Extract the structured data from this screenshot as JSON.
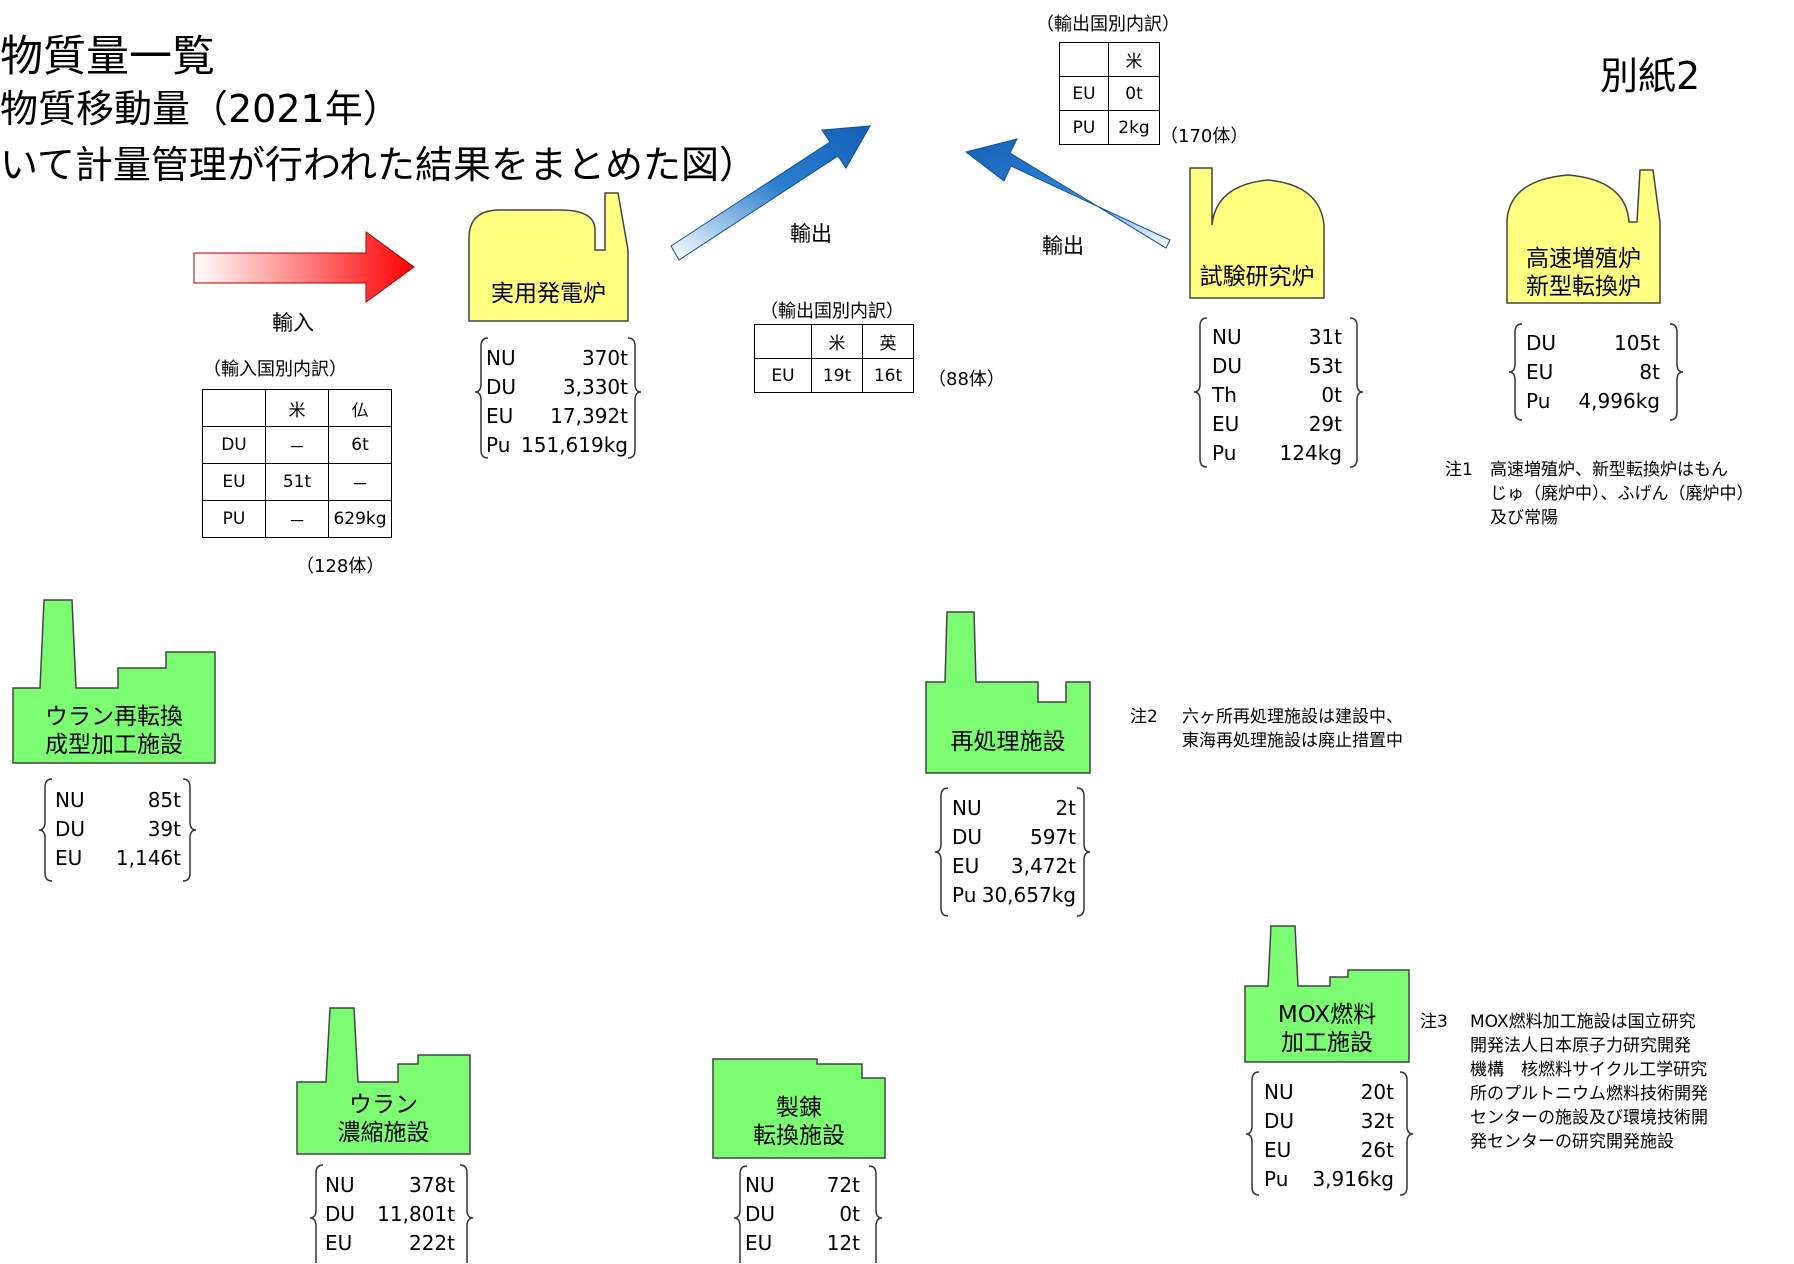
{
  "title": {
    "line1": "物質量一覧",
    "line2": "物質移動量（2021年）",
    "line3": "いて計量管理が行われた結果をまとめた図）",
    "attachment": "別紙2"
  },
  "colors": {
    "reactor_yellow": "#ffff80",
    "facility_green": "#7cfc70",
    "green_dark": "#66ee55",
    "import_arrow_red": "#ff0000",
    "export_arrow_blue": "#1f6fc0"
  },
  "arrows": {
    "import_label": "輸入",
    "export_label_left": "輸出",
    "export_label_right": "輸出"
  },
  "import_table": {
    "caption": "（輸入国別内訳）",
    "headers": [
      "",
      "米",
      "仏"
    ],
    "rows": [
      [
        "DU",
        "－",
        "6t"
      ],
      [
        "EU",
        "51t",
        "－"
      ],
      [
        "PU",
        "－",
        "629kg"
      ]
    ],
    "count": "（128体）"
  },
  "export_table_mid": {
    "caption": "（輸出国別内訳）",
    "headers": [
      "",
      "米",
      "英"
    ],
    "rows": [
      [
        "EU",
        "19t",
        "16t"
      ]
    ],
    "count": "（88体）"
  },
  "export_table_top": {
    "caption": "（輸出国別内訳）",
    "headers": [
      "",
      "米"
    ],
    "rows": [
      [
        "EU",
        "0t"
      ],
      [
        "PU",
        "2kg"
      ]
    ],
    "count": "（170体）"
  },
  "facilities": {
    "power_reactor": {
      "name": "実用発電炉",
      "inventory": [
        {
          "k": "NU",
          "v": "370t"
        },
        {
          "k": "DU",
          "v": "3,330t"
        },
        {
          "k": "EU",
          "v": "17,392t"
        },
        {
          "k": "Pu",
          "v": "151,619kg"
        }
      ]
    },
    "research_reactor": {
      "name": "試験研究炉",
      "inventory": [
        {
          "k": "NU",
          "v": "31t"
        },
        {
          "k": "DU",
          "v": "53t"
        },
        {
          "k": "Th",
          "v": "0t"
        },
        {
          "k": "EU",
          "v": "29t"
        },
        {
          "k": "Pu",
          "v": "124kg"
        }
      ]
    },
    "fast_reactor": {
      "name1": "高速増殖炉",
      "name2": "新型転換炉",
      "inventory": [
        {
          "k": "DU",
          "v": "105t"
        },
        {
          "k": "EU",
          "v": "8t"
        },
        {
          "k": "Pu",
          "v": "4,996kg"
        }
      ]
    },
    "uranium_reconversion": {
      "name1": "ウラン再転換",
      "name2": "成型加工施設",
      "inventory": [
        {
          "k": "NU",
          "v": "85t"
        },
        {
          "k": "DU",
          "v": "39t"
        },
        {
          "k": "EU",
          "v": "1,146t"
        }
      ]
    },
    "reprocessing": {
      "name": "再処理施設",
      "inventory": [
        {
          "k": "NU",
          "v": "2t"
        },
        {
          "k": "DU",
          "v": "597t"
        },
        {
          "k": "EU",
          "v": "3,472t"
        },
        {
          "k": "Pu",
          "v": "30,657kg"
        }
      ]
    },
    "mox": {
      "name1": "MOX燃料",
      "name2": "加工施設",
      "inventory": [
        {
          "k": "NU",
          "v": "20t"
        },
        {
          "k": "DU",
          "v": "32t"
        },
        {
          "k": "EU",
          "v": "26t"
        },
        {
          "k": "Pu",
          "v": "3,916kg"
        }
      ]
    },
    "enrichment": {
      "name1": "ウラン",
      "name2": "濃縮施設",
      "inventory": [
        {
          "k": "NU",
          "v": "378t"
        },
        {
          "k": "DU",
          "v": "11,801t"
        },
        {
          "k": "EU",
          "v": "222t"
        }
      ]
    },
    "refining": {
      "name1": "製錬",
      "name2": "転換施設",
      "inventory": [
        {
          "k": "NU",
          "v": "72t"
        },
        {
          "k": "DU",
          "v": "0t"
        },
        {
          "k": "EU",
          "v": "12t"
        }
      ]
    }
  },
  "notes": {
    "note1": {
      "label": "注1",
      "lines": [
        "高速増殖炉、新型転換炉はもん",
        "じゅ（廃炉中）、ふげん（廃炉中）",
        "及び常陽"
      ]
    },
    "note2": {
      "label": "注2",
      "lines": [
        "六ヶ所再処理施設は建設中、",
        "東海再処理施設は廃止措置中"
      ]
    },
    "note3": {
      "label": "注3",
      "lines": [
        "MOX燃料加工施設は国立研究",
        "開発法人日本原子力研究開発",
        "機構　核燃料サイクル工学研究",
        "所のプルトニウム燃料技術開発",
        "センターの施設及び環境技術開",
        "発センターの研究開発施設"
      ]
    }
  }
}
